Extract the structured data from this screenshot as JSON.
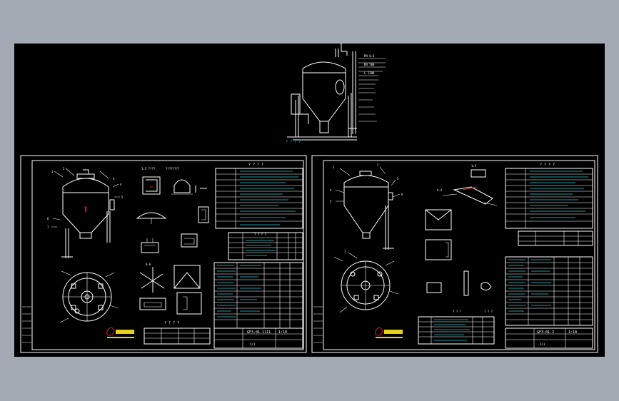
{
  "app": {
    "background": "#a4aab4",
    "canvas_background": "#000000"
  },
  "colors": {
    "line": "#ffffff",
    "dim": "#2cc7d6",
    "accent": "#e0202a",
    "logo_fill": "#e6d21a",
    "tick": "#22c04a"
  },
  "sheet_left": {
    "title_block": {
      "drawing_no": "GF3-01-1111",
      "scale": "1:10",
      "sheet": "1/1"
    },
    "notes_heading": "? ? ? ?",
    "parts_heading": "? ? ? ?"
  },
  "sheet_right": {
    "title_block": {
      "drawing_no": "GF3-01-2",
      "scale": "1:10",
      "sheet": "1/1"
    },
    "notes_heading": "? ? ? ?"
  },
  "top_view": {
    "label": "? ? ? ?"
  }
}
